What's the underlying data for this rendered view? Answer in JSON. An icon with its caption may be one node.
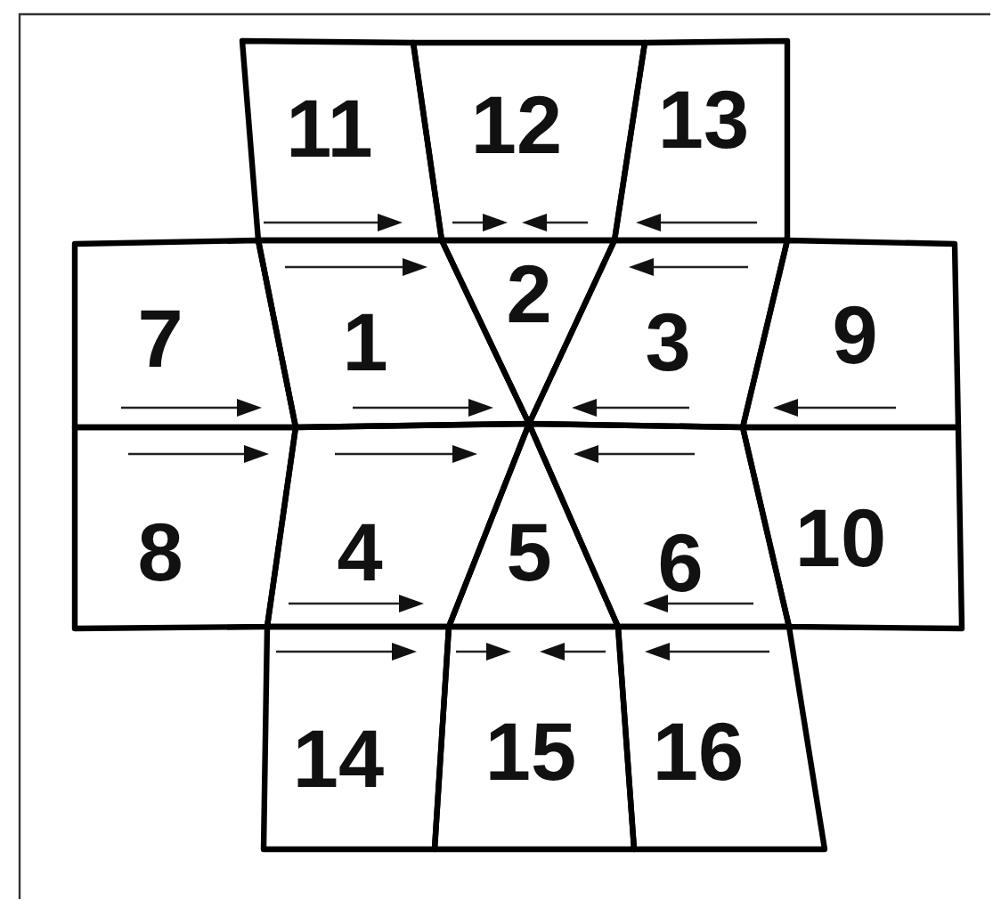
{
  "diagram": {
    "nodes": [
      {
        "text": [
          "11"
        ]
      },
      {
        "text": [
          "12"
        ]
      },
      {
        "text": [
          "13"
        ]
      },
      {
        "text": [
          "7"
        ]
      },
      {
        "text": [
          "1"
        ]
      },
      {
        "text": [
          "2"
        ]
      },
      {
        "text": [
          "3"
        ]
      },
      {
        "text": [
          "9"
        ]
      },
      {
        "text": [
          "8"
        ]
      },
      {
        "text": [
          "4"
        ]
      },
      {
        "text": [
          "5"
        ]
      },
      {
        "text": [
          "6"
        ]
      },
      {
        "text": [
          "10"
        ]
      },
      {
        "text": [
          "14"
        ]
      },
      {
        "text": [
          "15"
        ]
      },
      {
        "text": [
          "16"
        ]
      }
    ]
  }
}
